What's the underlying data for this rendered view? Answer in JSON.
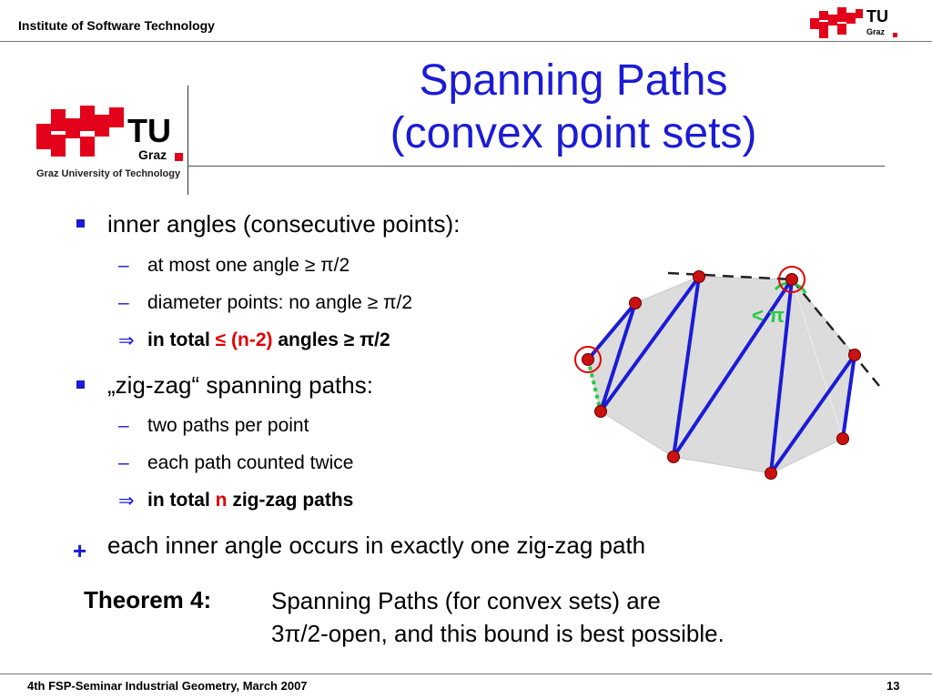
{
  "header": {
    "institute": "Institute of Software Technology"
  },
  "logo_small": {
    "text": "TU",
    "subtext": "Graz"
  },
  "logo_large": {
    "text": "TU",
    "subtext": "Graz",
    "caption": "Graz University of Technology"
  },
  "title": {
    "line1": "Spanning Paths",
    "line2": "(convex point sets)"
  },
  "bullets": {
    "b1": "inner angles (consecutive points):",
    "b1_sub1": "at most one angle ≥ π/2",
    "b1_sub2": "diameter points: no angle ≥ π/2",
    "b1_concl_a": "in total",
    "b1_concl_red": "≤ (n-2)",
    "b1_concl_b": "angles ≥ π/2",
    "b2": "„zig-zag“ spanning paths:",
    "b2_sub1": "two paths per point",
    "b2_sub2": "each path counted twice",
    "b2_concl_a": "in total",
    "b2_concl_red": "n",
    "b2_concl_b": "zig-zag paths",
    "b3": "each inner angle occurs in exactly one zig-zag path"
  },
  "symbols": {
    "dash": "–",
    "arrow": "⇒",
    "plus": "+"
  },
  "theorem": {
    "label": "Theorem 4:",
    "line1": "Spanning Paths (for convex sets) are",
    "line2": "3π/2-open, and this bound is best possible."
  },
  "figure": {
    "angle_label": "< π"
  },
  "footer": {
    "left": "4th FSP-Seminar Industrial Geometry, March 2007",
    "page": "13"
  },
  "colors": {
    "accent_blue": "#1b1bd6",
    "tu_red": "#e2001a",
    "highlight_red": "#e00000",
    "green": "#22cc44"
  }
}
